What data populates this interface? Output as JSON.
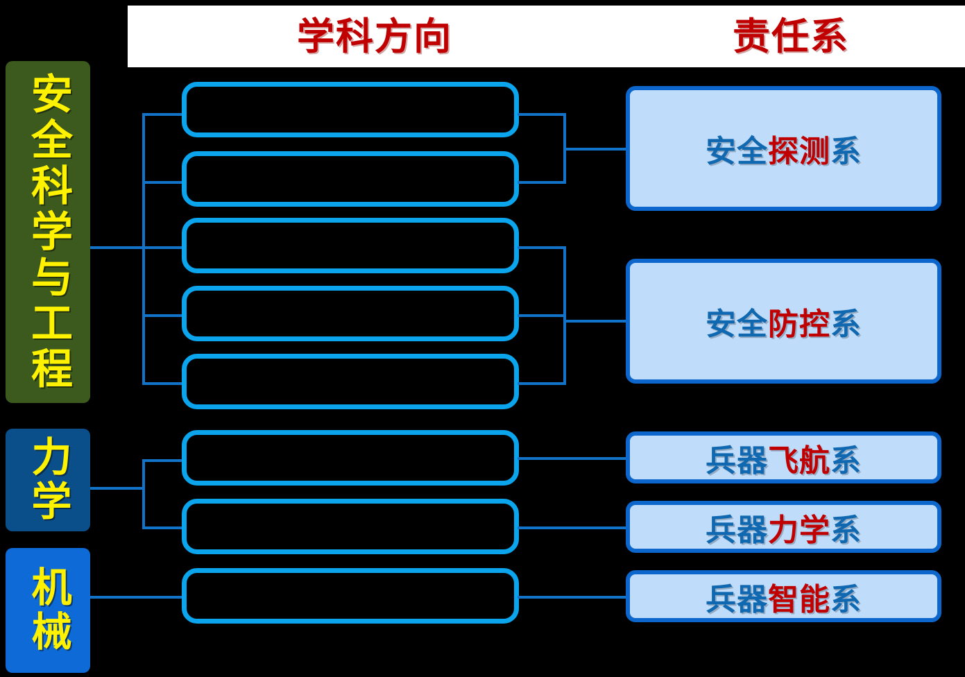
{
  "header": {
    "discipline_column": "学科方向",
    "department_column": "责任系",
    "title_color": "#C00000",
    "bar_color": "#FFFFFF"
  },
  "categories": [
    {
      "label": "安全科学与工程",
      "bg": "#3C5A1E",
      "text_color": "#FFF200"
    },
    {
      "label": "力学",
      "bg": "#0B4F8A",
      "text_color": "#FFF200"
    },
    {
      "label": "机械",
      "bg": "#0D6AD6",
      "text_color": "#FFF200"
    }
  ],
  "directions": [
    {
      "label": ""
    },
    {
      "label": ""
    },
    {
      "label": ""
    },
    {
      "label": ""
    },
    {
      "label": ""
    },
    {
      "label": ""
    },
    {
      "label": ""
    },
    {
      "label": ""
    }
  ],
  "departments": [
    {
      "parts": [
        {
          "text": "安全",
          "color": "#1068B0"
        },
        {
          "text": "探测",
          "color": "#C00000"
        },
        {
          "text": "系",
          "color": "#1068B0"
        }
      ],
      "full": "安全探测系"
    },
    {
      "parts": [
        {
          "text": "安全",
          "color": "#1068B0"
        },
        {
          "text": "防控",
          "color": "#C00000"
        },
        {
          "text": "系",
          "color": "#1068B0"
        }
      ],
      "full": "安全防控系"
    },
    {
      "parts": [
        {
          "text": "兵器",
          "color": "#1068B0"
        },
        {
          "text": "飞航",
          "color": "#C00000"
        },
        {
          "text": "系",
          "color": "#1068B0"
        }
      ],
      "full": "兵器飞航系"
    },
    {
      "parts": [
        {
          "text": "兵器",
          "color": "#1068B0"
        },
        {
          "text": "力学",
          "color": "#C00000"
        },
        {
          "text": "系",
          "color": "#1068B0"
        }
      ],
      "full": "兵器力学系"
    },
    {
      "parts": [
        {
          "text": "兵器",
          "color": "#1068B0"
        },
        {
          "text": "智能",
          "color": "#C00000"
        },
        {
          "text": "系",
          "color": "#1068B0"
        }
      ],
      "full": "兵器智能系"
    }
  ],
  "palette": {
    "background": "#000000",
    "direction_border": "#0BA5EE",
    "department_fill": "#BFDCFA",
    "department_border": "#0D66CC",
    "connector": "#1273C8"
  }
}
